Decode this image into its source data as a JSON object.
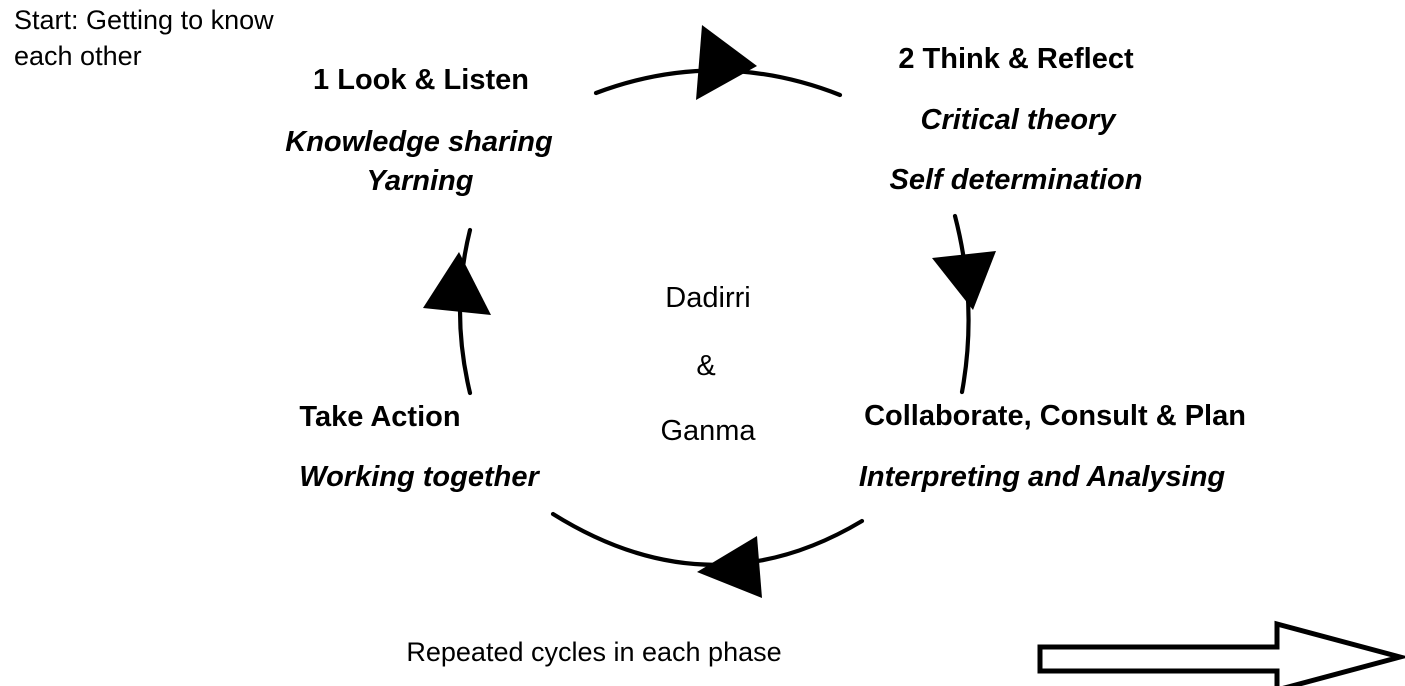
{
  "diagram": {
    "title_note": "Start: Getting to know each other",
    "center": {
      "line1": "Dadirri",
      "line2": "&",
      "line3": "Ganma"
    },
    "footer": "Repeated cycles in each phase",
    "nodes": [
      {
        "id": "look-listen",
        "title": "1 Look & Listen",
        "sub1": "Knowledge sharing",
        "sub2": "Yarning"
      },
      {
        "id": "think-reflect",
        "title": "2 Think & Reflect",
        "sub1": "Critical theory",
        "sub2": "Self determination"
      },
      {
        "id": "collaborate-consult-plan",
        "title": "Collaborate, Consult & Plan",
        "sub1": "Interpreting and Analysing",
        "sub2": ""
      },
      {
        "id": "take-action",
        "title": "Take Action",
        "sub1": "Working together",
        "sub2": ""
      }
    ],
    "arrows": [
      {
        "id": "top-arc-arrow",
        "direction": "right",
        "style": "curved-solid"
      },
      {
        "id": "right-arc-arrow",
        "direction": "down",
        "style": "curved-solid"
      },
      {
        "id": "bottom-arc-arrow",
        "direction": "left",
        "style": "curved-solid"
      },
      {
        "id": "left-arc-arrow",
        "direction": "up",
        "style": "curved-solid"
      },
      {
        "id": "progression-arrow",
        "direction": "right",
        "style": "hollow-outline"
      }
    ],
    "colors": {
      "ink": "#000000",
      "background": "#ffffff"
    }
  }
}
